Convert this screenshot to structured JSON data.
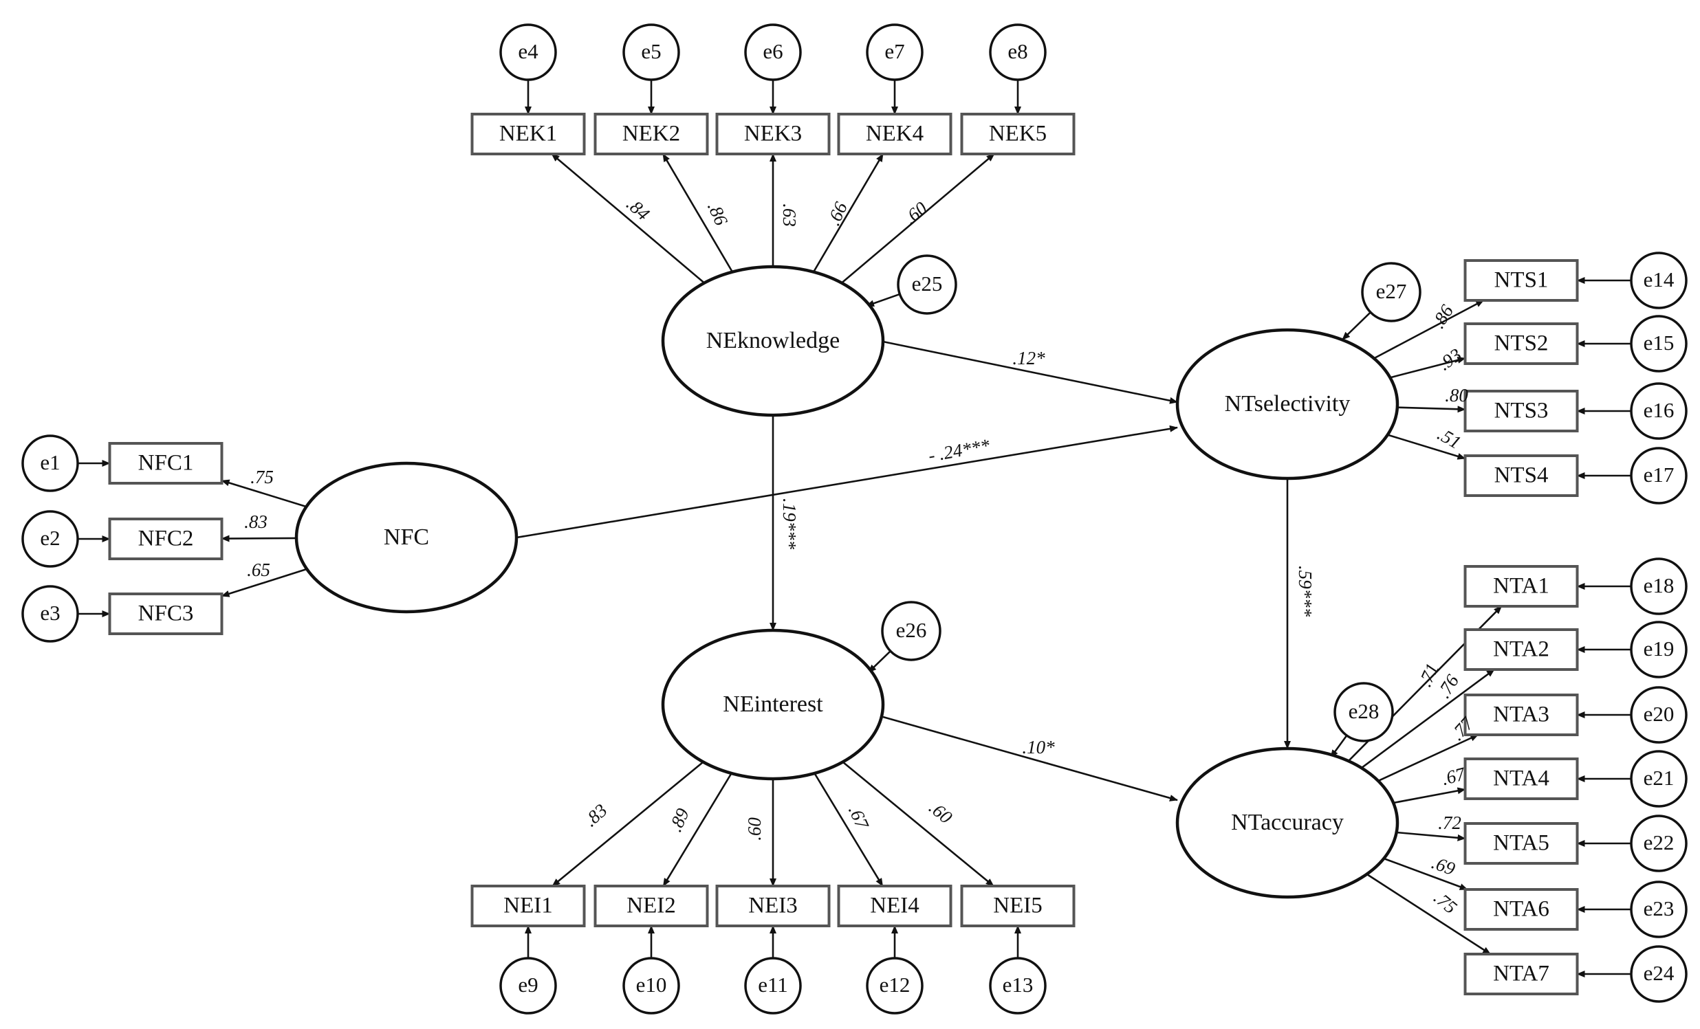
{
  "diagram": {
    "type": "structural-equation-model",
    "latents": [
      {
        "id": "NFC",
        "label": "NFC"
      },
      {
        "id": "NEK",
        "label": "NEknowledge"
      },
      {
        "id": "NEI",
        "label": "NEinterest"
      },
      {
        "id": "NTS",
        "label": "NTselectivity"
      },
      {
        "id": "NTA",
        "label": "NTaccuracy"
      }
    ],
    "indicators": [
      {
        "label": "NFC1",
        "latent": "NFC",
        "loading": ".75",
        "error": "e1"
      },
      {
        "label": "NFC2",
        "latent": "NFC",
        "loading": ".83",
        "error": "e2"
      },
      {
        "label": "NFC3",
        "latent": "NFC",
        "loading": ".65",
        "error": "e3"
      },
      {
        "label": "NEK1",
        "latent": "NEK",
        "loading": ".84",
        "error": "e4"
      },
      {
        "label": "NEK2",
        "latent": "NEK",
        "loading": ".86",
        "error": "e5"
      },
      {
        "label": "NEK3",
        "latent": "NEK",
        "loading": ".63",
        "error": "e6"
      },
      {
        "label": "NEK4",
        "latent": "NEK",
        "loading": ".66",
        "error": "e7"
      },
      {
        "label": "NEK5",
        "latent": "NEK",
        "loading": ".60",
        "error": "e8"
      },
      {
        "label": "NEI1",
        "latent": "NEI",
        "loading": ".83",
        "error": "e9"
      },
      {
        "label": "NEI2",
        "latent": "NEI",
        "loading": ".89",
        "error": "e10"
      },
      {
        "label": "NEI3",
        "latent": "NEI",
        "loading": ".60",
        "error": "e11"
      },
      {
        "label": "NEI4",
        "latent": "NEI",
        "loading": ".67",
        "error": "e12"
      },
      {
        "label": "NEI5",
        "latent": "NEI",
        "loading": ".60",
        "error": "e13"
      },
      {
        "label": "NTS1",
        "latent": "NTS",
        "loading": ".86",
        "error": "e14"
      },
      {
        "label": "NTS2",
        "latent": "NTS",
        "loading": ".93",
        "error": "e15"
      },
      {
        "label": "NTS3",
        "latent": "NTS",
        "loading": ".80",
        "error": "e16"
      },
      {
        "label": "NTS4",
        "latent": "NTS",
        "loading": ".51",
        "error": "e17"
      },
      {
        "label": "NTA1",
        "latent": "NTA",
        "loading": ".71",
        "error": "e18"
      },
      {
        "label": "NTA2",
        "latent": "NTA",
        "loading": ".76",
        "error": "e19"
      },
      {
        "label": "NTA3",
        "latent": "NTA",
        "loading": ".77",
        "error": "e20"
      },
      {
        "label": "NTA4",
        "latent": "NTA",
        "loading": ".67",
        "error": "e21"
      },
      {
        "label": "NTA5",
        "latent": "NTA",
        "loading": ".72",
        "error": "e22"
      },
      {
        "label": "NTA6",
        "latent": "NTA",
        "loading": ".69",
        "error": "e23"
      },
      {
        "label": "NTA7",
        "latent": "NTA",
        "loading": ".75",
        "error": "e24"
      }
    ],
    "disturbances": [
      {
        "label": "e25",
        "latent": "NEK"
      },
      {
        "label": "e26",
        "latent": "NEI"
      },
      {
        "label": "e27",
        "latent": "NTS"
      },
      {
        "label": "e28",
        "latent": "NTA"
      }
    ],
    "structural_paths": [
      {
        "from": "NEK",
        "to": "NTS",
        "label": ".12*"
      },
      {
        "from": "NFC",
        "to": "NTS",
        "label": "- .24***"
      },
      {
        "from": "NEK",
        "to": "NEI",
        "label": ".19***"
      },
      {
        "from": "NTS",
        "to": "NTA",
        "label": ".59***"
      },
      {
        "from": "NEI",
        "to": "NTA",
        "label": ".10*"
      }
    ]
  }
}
